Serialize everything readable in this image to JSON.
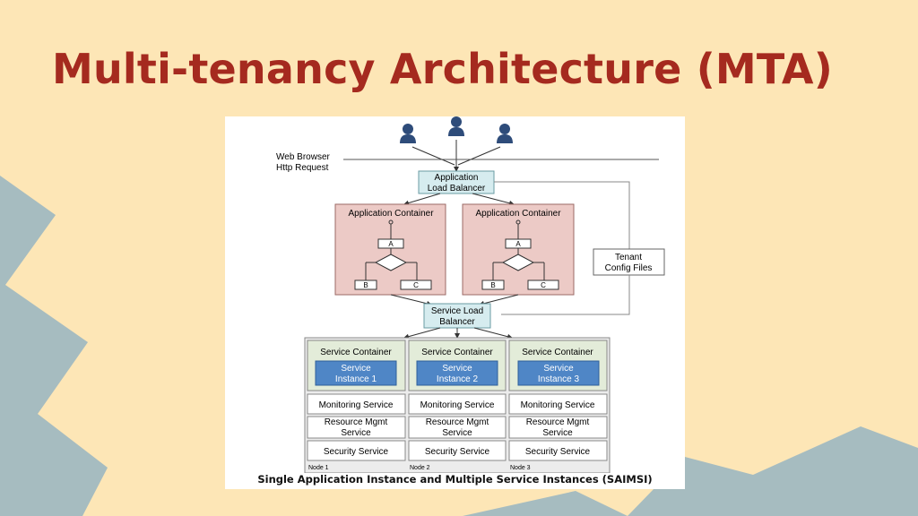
{
  "slide": {
    "title": "Multi-tenancy Architecture (MTA)",
    "caption": "Single Application Instance and Multiple Service Instances (SAIMSI)"
  },
  "colors": {
    "background": "#fde6b6",
    "title": "#a52a1f",
    "decor": "#a6bcc0",
    "lb_fill": "#d6ecef",
    "app_container_fill": "#eccac6",
    "service_container_fill": "#e3ecd9",
    "service_instance_fill": "#4f86c6"
  },
  "diagram": {
    "web_browser_line1": "Web Browser",
    "web_browser_line2": "Http Request",
    "app_lb_line1": "Application",
    "app_lb_line2": "Load Balancer",
    "app_containers": [
      {
        "label": "Application Container",
        "a": "A",
        "b": "B",
        "c": "C"
      },
      {
        "label": "Application Container",
        "a": "A",
        "b": "B",
        "c": "C"
      }
    ],
    "tenant_line1": "Tenant",
    "tenant_line2": "Config Files",
    "svc_lb_line1": "Service Load",
    "svc_lb_line2": "Balancer",
    "nodes": [
      {
        "container": "Service Container",
        "instance_line1": "Service",
        "instance_line2": "Instance 1",
        "monitoring": "Monitoring Service",
        "resource_line1": "Resource Mgmt",
        "resource_line2": "Service",
        "security": "Security Service",
        "node": "Node 1"
      },
      {
        "container": "Service Container",
        "instance_line1": "Service",
        "instance_line2": "Instance 2",
        "monitoring": "Monitoring Service",
        "resource_line1": "Resource Mgmt",
        "resource_line2": "Service",
        "security": "Security Service",
        "node": "Node 2"
      },
      {
        "container": "Service Container",
        "instance_line1": "Service",
        "instance_line2": "Instance 3",
        "monitoring": "Monitoring Service",
        "resource_line1": "Resource Mgmt",
        "resource_line2": "Service",
        "security": "Security Service",
        "node": "Node 3"
      }
    ],
    "users": [
      "user-icon",
      "user-icon",
      "user-icon"
    ]
  }
}
